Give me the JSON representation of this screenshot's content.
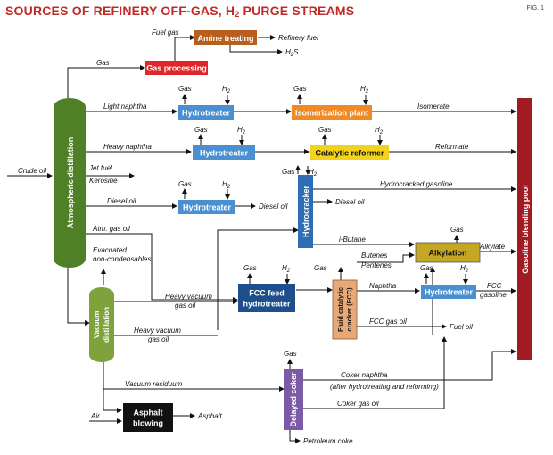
{
  "header": {
    "title_main": "SOURCES OF REFINERY OFF-GAS, H",
    "title_sub": "2",
    "title_rest": " PURGE STREAMS",
    "fig": "FIG. 1"
  },
  "units": {
    "amine": "Amine treating",
    "gas_processing": "Gas processing",
    "hydrotreater": "Hydrotreater",
    "isomerization": "Isomerization plant",
    "cat_reformer": "Catalytic reformer",
    "atm_dist": "Atmospheric distillation",
    "hydrocracker": "Hydrocracker",
    "alkylation": "Alkylation",
    "fcc_feed_1": "FCC feed",
    "fcc_feed_2": "hydrotreater",
    "fcc": "Fluid catalytic cracker (FCC)",
    "vacuum": "Vacuum distillation",
    "delayed_coker": "Delayed coker",
    "asphalt_1": "Asphalt",
    "asphalt_2": "blowing",
    "gasoline_pool": "Gasoline blending pool"
  },
  "labels": {
    "fuel_gas": "Fuel gas",
    "refinery_fuel": "Refinery fuel",
    "h2s": "H",
    "h2s_sub": "2",
    "h2s_s": "S",
    "gas": "Gas",
    "h": "H",
    "sub2": "2",
    "light_naphtha": "Light naphtha",
    "isomerate": "Isomerate",
    "heavy_naphtha": "Heavy naphtha",
    "reformate": "Reformate",
    "crude_oil": "Crude oil",
    "jet_fuel": "Jet fuel",
    "kerosine": "Kerosine",
    "hydrocracked_gasoline": "Hydrocracked gasoline",
    "diesel_oil": "Diesel oil",
    "diesel_oil_out1": "Diesel oil",
    "diesel_oil_out2": "Diesel oil",
    "atm_gas_oil": "Atm. gas oil",
    "evacuated_1": "Evacuated",
    "evacuated_2": "non-condensables",
    "i_butane": "i-Butane",
    "alkylate": "Alkylate",
    "butenes": "Butenes",
    "pentenes": "Pentenes",
    "heavy_vac_1a": "Heavy vacuum",
    "heavy_vac_1b": "gas oil",
    "heavy_vac_2a": "Heavy vacuum",
    "heavy_vac_2b": "gas oil",
    "naphtha": "Naphtha",
    "fcc_gasoline_1": "FCC",
    "fcc_gasoline_2": "gasoline",
    "fcc_gas_oil": "FCC gas oil",
    "fuel_oil": "Fuel oil",
    "vacuum_residuum": "Vacuum residuum",
    "coker_naphtha": "Coker naphtha",
    "coker_naphtha_note": "(after hydrotreating and reforming)",
    "coker_gas_oil": "Coker gas oil",
    "air": "Air",
    "asphalt": "Asphalt",
    "petroleum_coke": "Petroleum coke"
  }
}
